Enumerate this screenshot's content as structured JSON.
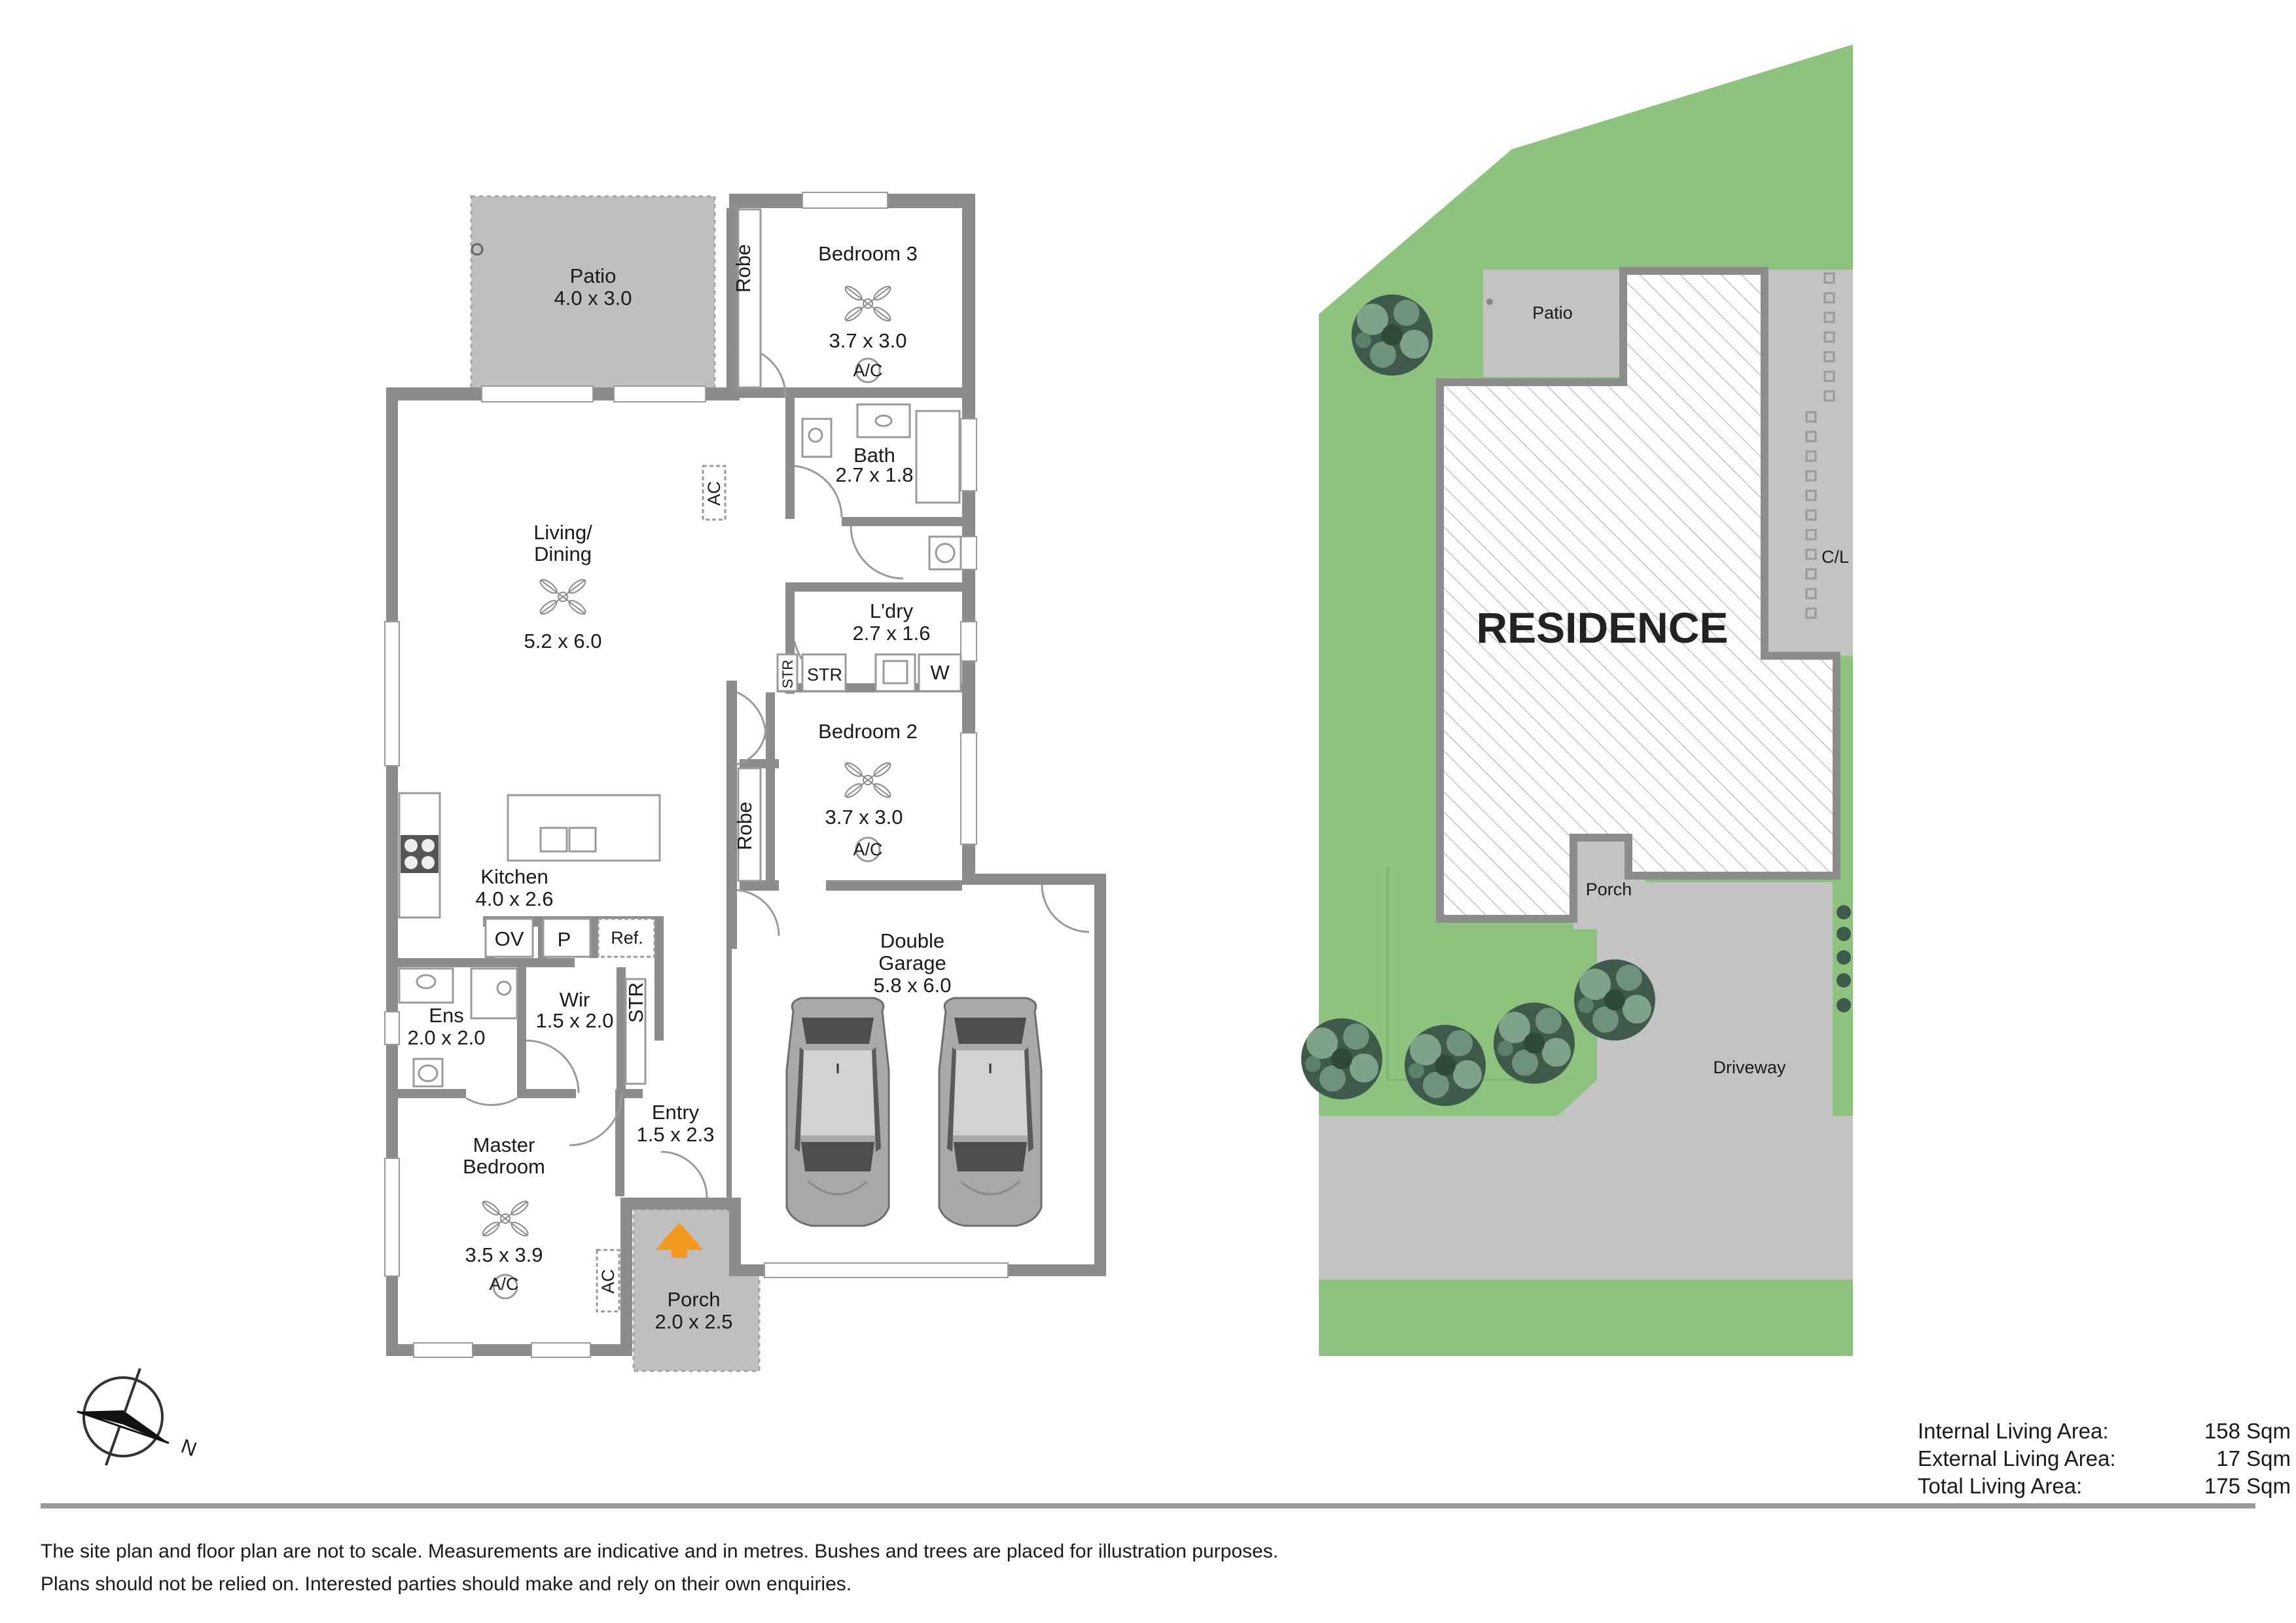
{
  "floor_plan": {
    "rooms": [
      {
        "name": "Patio",
        "size": "4.0 x 3.0"
      },
      {
        "name": "Bedroom 3",
        "size": "3.7 x 3.0",
        "tag": "A/C"
      },
      {
        "name": "Robe"
      },
      {
        "name": "Bath",
        "size": "2.7 x 1.8"
      },
      {
        "name_line1": "Living/",
        "name_line2": "Dining",
        "size": "5.2 x 6.0"
      },
      {
        "name": "L'dry",
        "size": "2.7 x 1.6"
      },
      {
        "name": "Bedroom 2",
        "size": "3.7 x 3.0",
        "tag": "A/C"
      },
      {
        "name": "Robe"
      },
      {
        "name": "Kitchen",
        "size": "4.0 x 2.6"
      },
      {
        "name_line1": "Double",
        "name_line2": "Garage",
        "size": "5.8 x 6.0"
      },
      {
        "name": "Ens",
        "size": "2.0 x 2.0"
      },
      {
        "name": "Wir",
        "size": "1.5 x 2.0"
      },
      {
        "name": "Entry",
        "size": "1.5 x 2.3"
      },
      {
        "name_line1": "Master",
        "name_line2": "Bedroom",
        "size": "3.5 x 3.9",
        "tag": "A/C"
      },
      {
        "name": "Porch",
        "size": "2.0 x 2.5"
      }
    ],
    "fixtures": {
      "ac": "AC",
      "str": "STR",
      "w": "W",
      "ov": "OV",
      "p": "P",
      "ref": "Ref."
    },
    "compass": "N"
  },
  "site_plan": {
    "patio": "Patio",
    "residence": "RESIDENCE",
    "cl": "C/L",
    "porch": "Porch",
    "driveway": "Driveway"
  },
  "areas": [
    {
      "label": "Internal Living Area:",
      "value": "158 Sqm"
    },
    {
      "label": "External Living Area:",
      "value": "17 Sqm"
    },
    {
      "label": "Total Living Area:",
      "value": "175 Sqm"
    }
  ],
  "disclaimer": [
    "The site plan and floor plan are not to scale. Measurements are indicative and in metres. Bushes and trees are placed for illustration purposes.",
    "Plans should not be relied on. Interested parties should make and rely on their own enquiries."
  ],
  "colors": {
    "wall": "#8c8c8d",
    "grass": "#8dc27f",
    "paving": "#c3c3c3",
    "porch_arrow": "#f39a1e",
    "bush_dark": "#3f5a4a"
  }
}
